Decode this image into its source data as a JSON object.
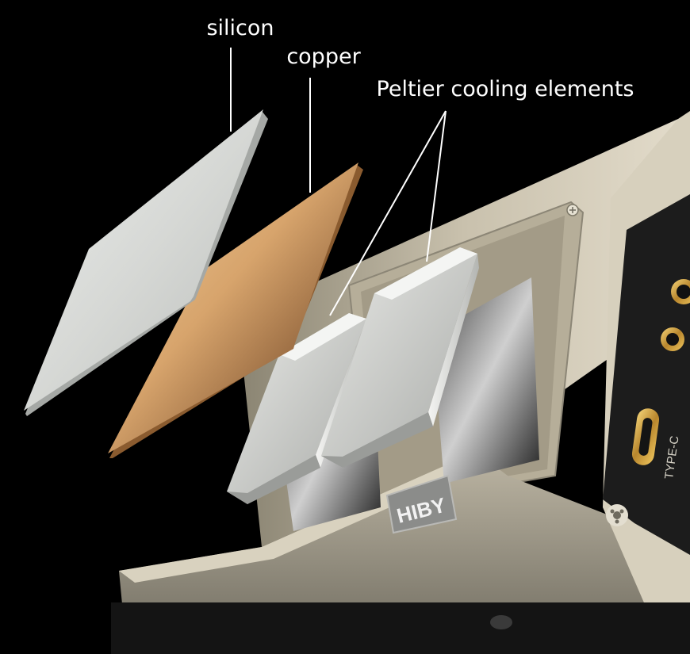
{
  "labels": {
    "silicon": "silicon",
    "copper": "copper",
    "peltier": "Peltier cooling elements"
  },
  "device": {
    "brand": "HIBY",
    "port_label": "TYPE-C"
  },
  "colors": {
    "background": "#000000",
    "label": "#ffffff",
    "silicon_pad": "#d9dbd8",
    "copper_plate": "#d9a66f",
    "peltier_block": "#cdcecb",
    "chassis": "#c9c1ad",
    "gold_accent": "#d4a340"
  },
  "icons": {
    "screw": "phillips-screw-icon",
    "port": "usb-c-port-icon",
    "jack": "audio-jack-icon"
  }
}
